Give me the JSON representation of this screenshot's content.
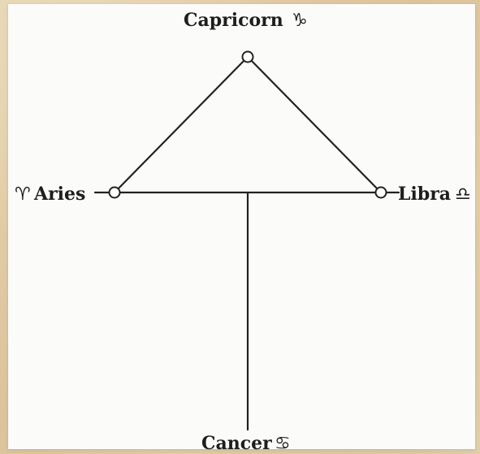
{
  "diagram": {
    "labels": {
      "capricorn": {
        "name": "Capricorn",
        "symbol": "♑"
      },
      "aries": {
        "name": "Aries",
        "symbol": "♈"
      },
      "libra": {
        "name": "Libra",
        "symbol": "♎"
      },
      "cancer": {
        "name": "Cancer",
        "symbol": "♋"
      }
    }
  }
}
